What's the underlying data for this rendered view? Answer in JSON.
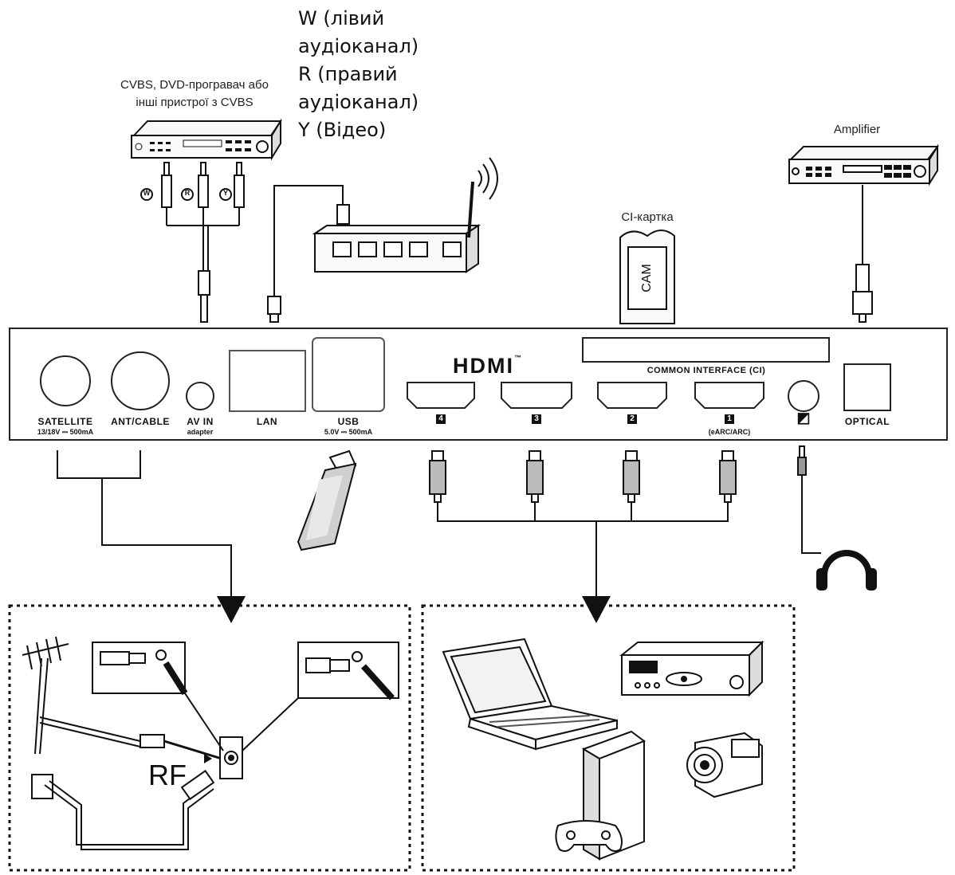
{
  "labels": {
    "cvbs_device": [
      "CVBS, DVD-програвач або",
      "інші пристрої з CVBS"
    ],
    "audio_lines": [
      "W (лівий",
      "аудіоканал)",
      "R (правий",
      "аудіоканал)",
      "Y (Відео)"
    ],
    "amplifier": "Amplifier",
    "ci_card": "CI-картка",
    "cam": "CAM",
    "rca_w": "W",
    "rca_r": "R",
    "rca_y": "Y",
    "rf": "RF"
  },
  "panel": {
    "hdmi_logo": "HDMI",
    "hdmi_tm": "™",
    "common_interface": "COMMON INTERFACE (CI)",
    "satellite": "SATELLITE",
    "satellite_sub": "13/18V ⎓ 500mA",
    "ant_cable": "ANT/CABLE",
    "av_in": "AV IN",
    "av_in_sub": "adapter",
    "lan": "LAN",
    "usb": "USB",
    "usb_sub": "5.0V ⎓ 500mA",
    "hdmi_ports": [
      "4",
      "3",
      "2",
      "1"
    ],
    "hdmi1_sub": "(eARC/ARC)",
    "optical": "OPTICAL",
    "headphone_icon": "headphone-icon"
  },
  "colors": {
    "line": "#111111",
    "panel_border": "#222222",
    "device_fill": "#f4f4f4",
    "cable_grey": "#8a8a8a"
  }
}
